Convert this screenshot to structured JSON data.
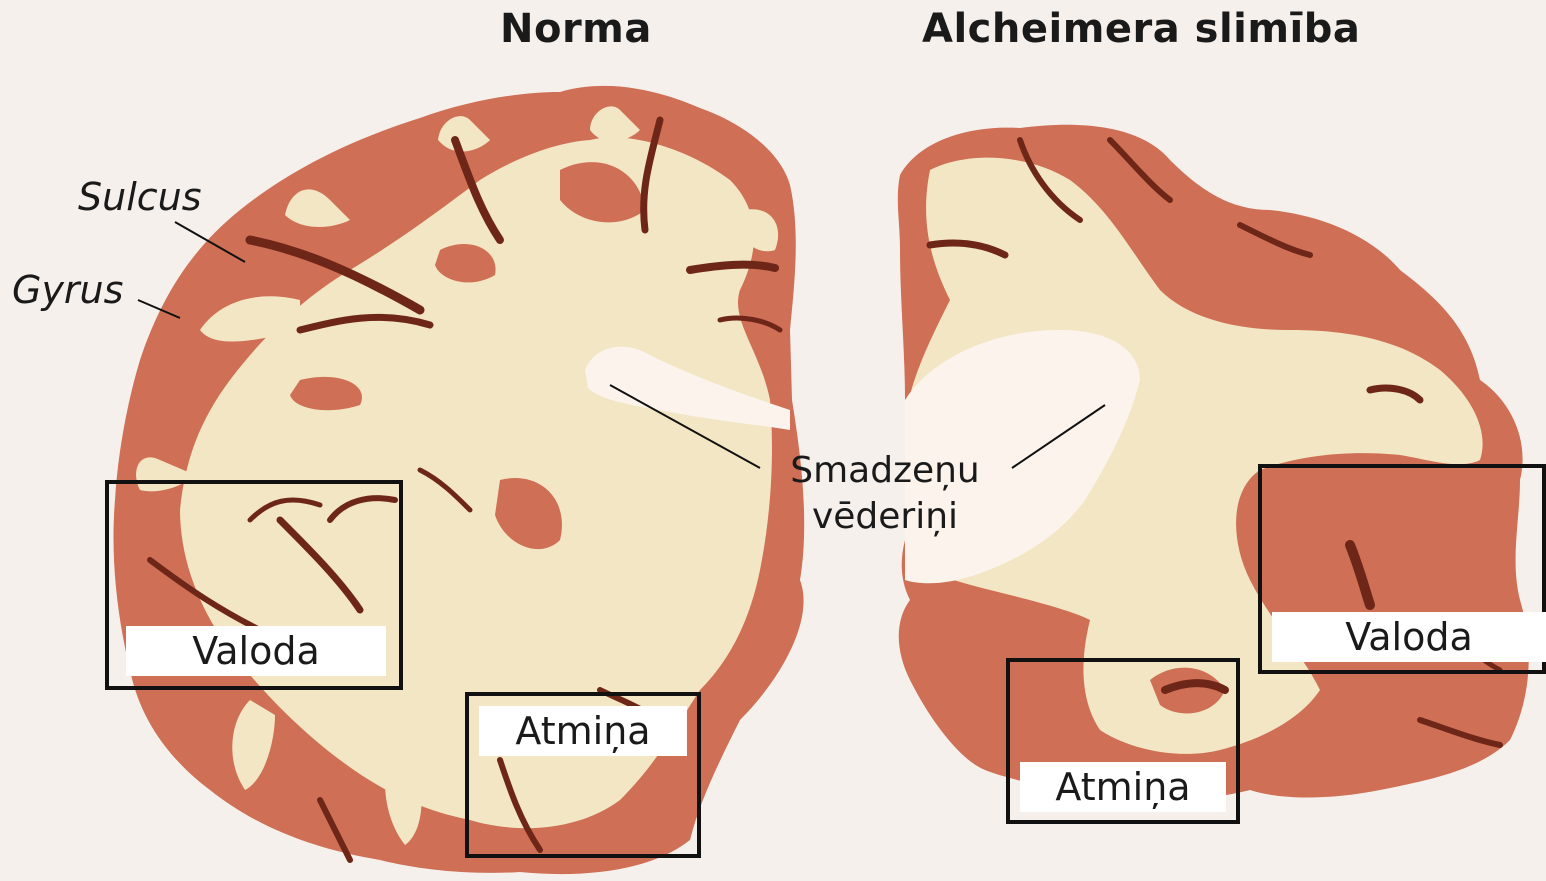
{
  "titles": {
    "normal": "Norma",
    "alzheimer": "Alcheimera slimība"
  },
  "labels": {
    "sulcus": "Sulcus",
    "gyrus": "Gyrus",
    "ventricles_line1": "Smadzeņu",
    "ventricles_line2": "vēderiņi",
    "language_left": "Valoda",
    "memory_left": "Atmiņa",
    "language_right": "Valoda",
    "memory_right": "Atmiņa"
  },
  "colors": {
    "background": "#f6f0ec",
    "gray_matter": "#cf6f55",
    "white_matter": "#f3e6c4",
    "sulcus_dark": "#6e2618",
    "ventricle": "#fbf3ec"
  }
}
